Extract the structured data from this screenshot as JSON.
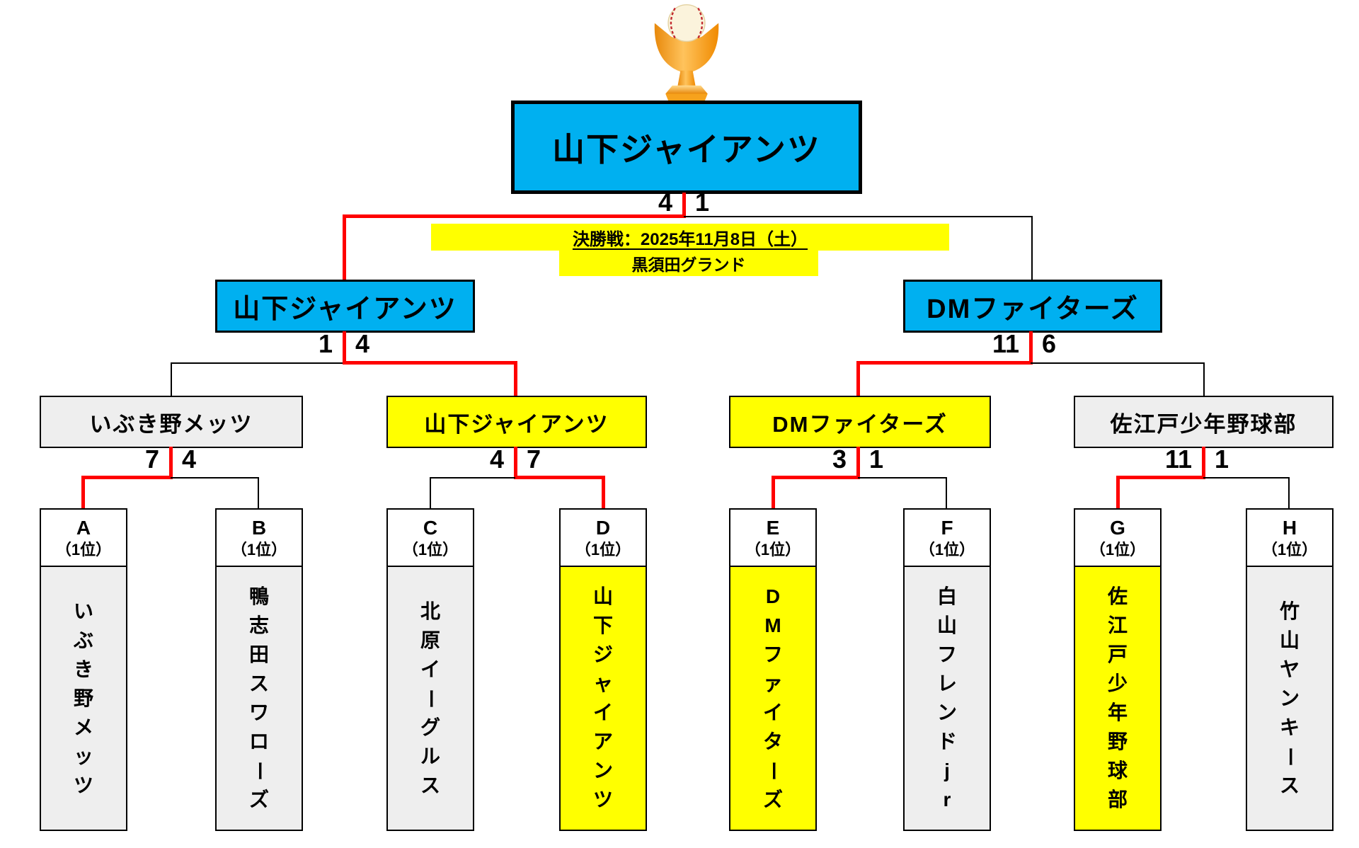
{
  "tournament": {
    "champion": {
      "name": "山下ジャイアンツ"
    },
    "final_match": {
      "score_left": "4",
      "score_right": "1",
      "date_label": "決勝戦：2025年11月8日（土）",
      "venue_label": "黒須田グランド"
    },
    "semifinal_left": {
      "name": "山下ジャイアンツ",
      "score_left": "1",
      "score_right": "4"
    },
    "semifinal_right": {
      "name": "DMファイターズ",
      "score_left": "11",
      "score_right": "6"
    },
    "round2": [
      {
        "name": "いぶき野メッツ",
        "score_left": "7",
        "score_right": "4"
      },
      {
        "name": "山下ジャイアンツ",
        "score_left": "4",
        "score_right": "7"
      },
      {
        "name": "DMファイターズ",
        "score_left": "3",
        "score_right": "1"
      },
      {
        "name": "佐江戸少年野球部",
        "score_left": "11",
        "score_right": "1"
      }
    ],
    "seeds": [
      {
        "slot": "A",
        "rank": "（1位）",
        "team": "いぶき野メッツ"
      },
      {
        "slot": "B",
        "rank": "（1位）",
        "team": "鴨志田スワローズ"
      },
      {
        "slot": "C",
        "rank": "（1位）",
        "team": "北原イーグルス"
      },
      {
        "slot": "D",
        "rank": "（1位）",
        "team": "山下ジャイアンツ"
      },
      {
        "slot": "E",
        "rank": "（1位）",
        "team": "DMファイターズ"
      },
      {
        "slot": "F",
        "rank": "（1位）",
        "team": "白山フレンドjr"
      },
      {
        "slot": "G",
        "rank": "（1位）",
        "team": "佐江戸少年野球部"
      },
      {
        "slot": "H",
        "rank": "（1位）",
        "team": "竹山ヤンキース"
      }
    ],
    "colors": {
      "winner_box_blue": "#00B0F0",
      "highlight_yellow": "#FFFF00",
      "neutral_gray": "#EEEEEE",
      "winner_path_red": "#FF0000"
    },
    "icons": {
      "trophy": "gold-trophy-with-baseball"
    }
  }
}
